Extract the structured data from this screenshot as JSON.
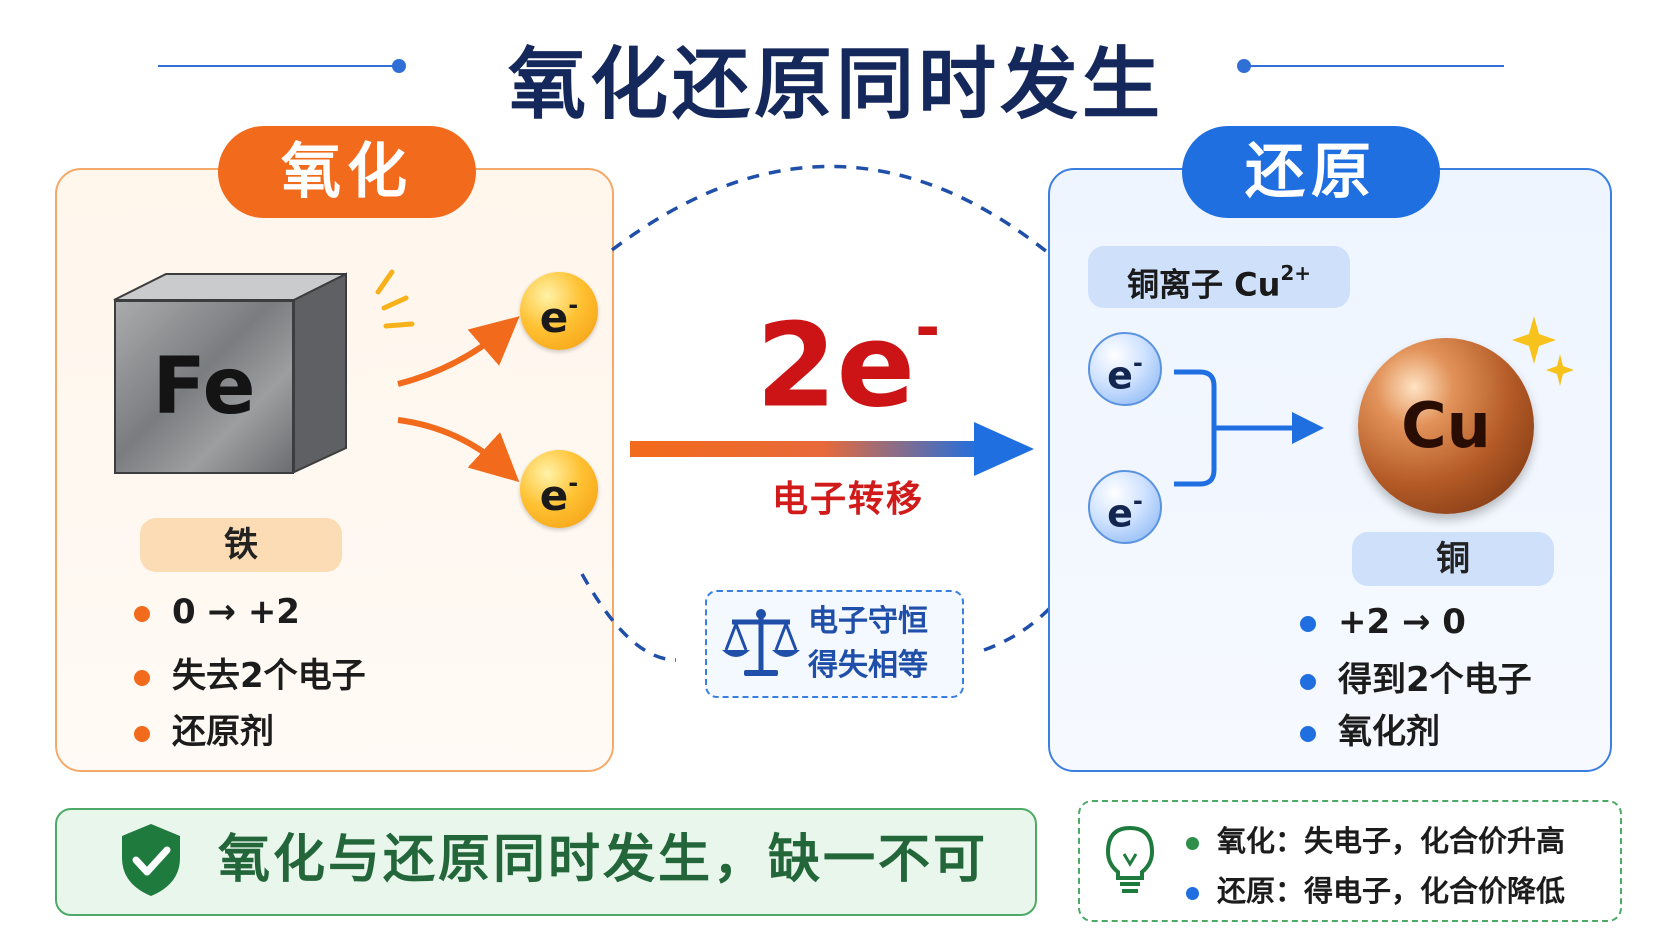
{
  "title": "氧化还原同时发生",
  "left_panel": {
    "badge": "氧化",
    "block_symbol": "Fe",
    "substance_label": "铁",
    "bullets": [
      "0 → +2",
      "失去2个电子",
      "还原剂"
    ]
  },
  "center": {
    "electron_symbol": "e",
    "electron_charge": "-",
    "transfer_count": "2e",
    "transfer_charge": "-",
    "transfer_label": "电子转移",
    "conservation_line1": "电子守恒",
    "conservation_line2": "得失相等"
  },
  "right_panel": {
    "badge": "还原",
    "ion_label": "铜离子 Cu",
    "ion_charge": "2+",
    "ball_symbol": "Cu",
    "substance_label": "铜",
    "bullets": [
      "+2 → 0",
      "得到2个电子",
      "氧化剂"
    ]
  },
  "bottom": {
    "message": "氧化与还原同时发生，缺一不可",
    "tips": [
      "氧化：失电子，化合价升高",
      "还原：得电子，化合价降低"
    ]
  },
  "colors": {
    "title": "#14285c",
    "oxidation": "#f26a1b",
    "reduction": "#1f6fe0",
    "transfer_text": "#cc1416",
    "success": "#2f8f4a"
  },
  "icons": [
    "sparkle-icon",
    "balance-scale-icon",
    "shield-check-icon",
    "lightbulb-icon",
    "arrow-icon"
  ]
}
